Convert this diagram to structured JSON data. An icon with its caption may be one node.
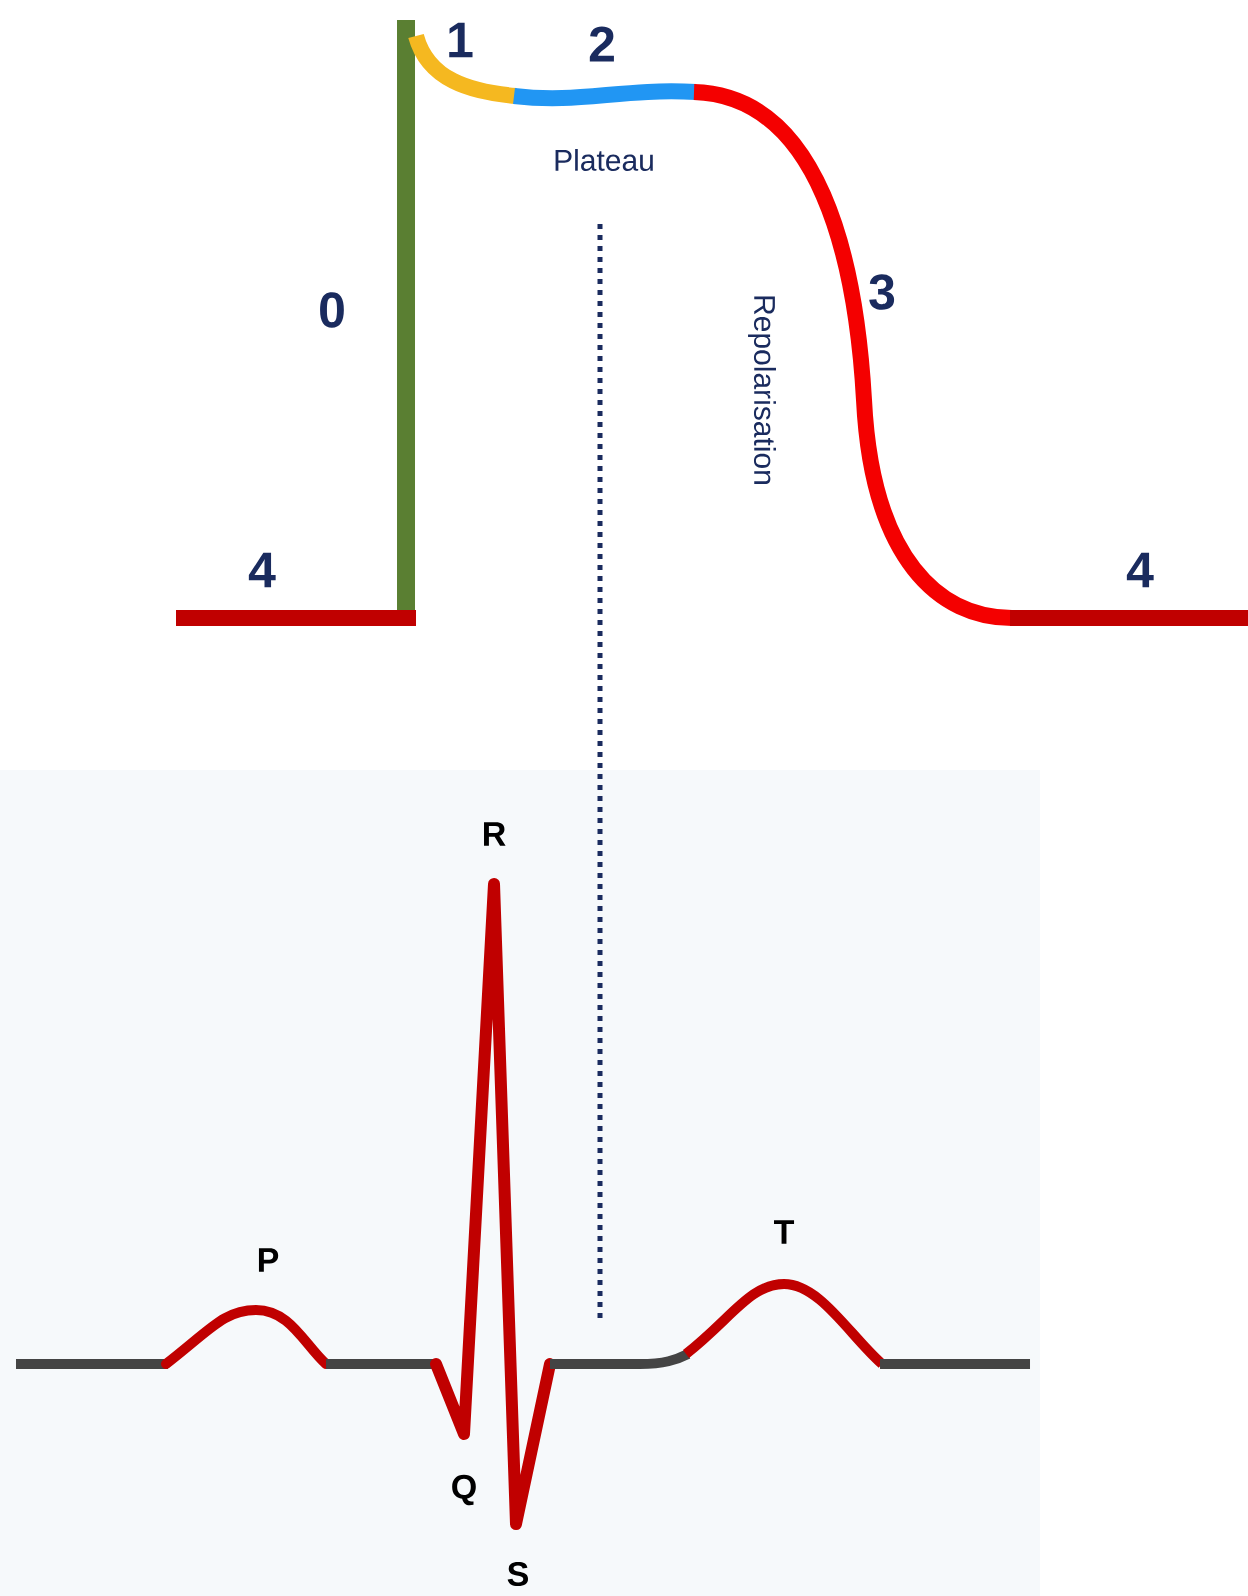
{
  "diagram": {
    "labels": [
      "1",
      "2",
      "Plateau",
      "0",
      "3",
      "Repolarisation",
      "4",
      "4",
      "R",
      "T",
      "P",
      "Q",
      "S"
    ]
  }
}
